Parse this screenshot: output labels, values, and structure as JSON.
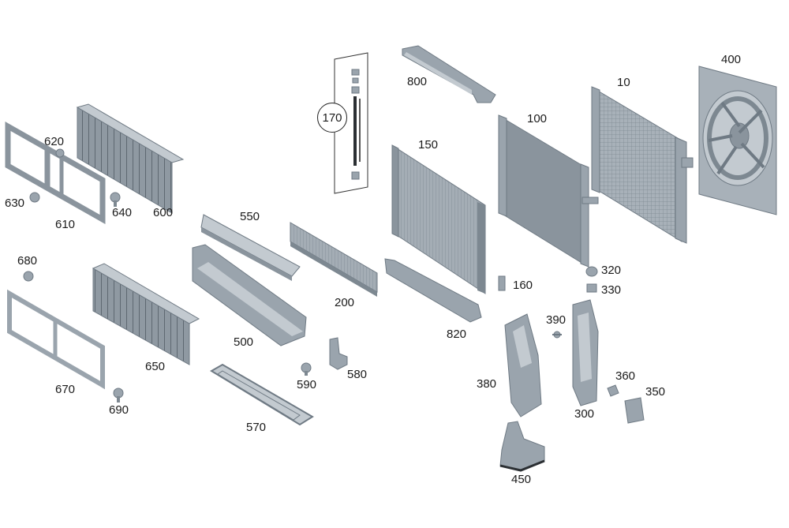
{
  "colors": {
    "part_fill": "#9aa4ad",
    "part_light": "#c3cad0",
    "part_dark": "#6f7a84",
    "part_edge": "#7d8891",
    "grille_black": "#2b2f33",
    "line": "#333333"
  },
  "labels": {
    "l800": "800",
    "l170": "170",
    "l100": "100",
    "l10": "10",
    "l400": "400",
    "l150": "150",
    "l620": "620",
    "l630": "630",
    "l610": "610",
    "l640": "640",
    "l600": "600",
    "l550": "550",
    "l200": "200",
    "l500": "500",
    "l580": "580",
    "l590": "590",
    "l570": "570",
    "l680": "680",
    "l670": "670",
    "l690": "690",
    "l650": "650",
    "l820": "820",
    "l160": "160",
    "l320": "320",
    "l330": "330",
    "l390": "390",
    "l380": "380",
    "l300": "300",
    "l360": "360",
    "l350": "350",
    "l450": "450"
  }
}
